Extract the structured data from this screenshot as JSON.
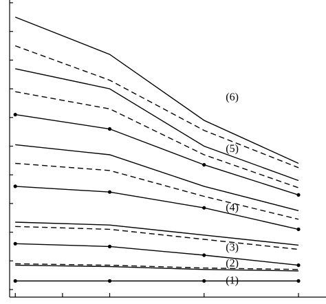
{
  "chart_data": {
    "type": "line",
    "title": "",
    "xlabel": "",
    "ylabel": "",
    "x": [
      0,
      1,
      2,
      3
    ],
    "xlim": [
      -0.06,
      3
    ],
    "ylim": [
      0,
      10
    ],
    "grid": false,
    "legend": "none",
    "colors": {
      "line": "#000000",
      "background": "#ffffff"
    },
    "series": [
      {
        "group": "(1)",
        "style": "solid",
        "values": [
          0.3,
          0.3,
          0.3,
          0.3
        ],
        "markers": [
          0,
          1,
          2,
          3
        ]
      },
      {
        "group": "(2)",
        "style": "solid",
        "values": [
          0.85,
          0.8,
          0.7,
          0.65
        ],
        "markers": []
      },
      {
        "group": "(2)",
        "style": "dashed",
        "values": [
          0.9,
          0.85,
          0.75,
          0.7
        ],
        "markers": []
      },
      {
        "group": "(3)",
        "style": "solid",
        "values": [
          1.6,
          1.5,
          1.2,
          0.85
        ],
        "markers": [
          0,
          1,
          2,
          3
        ]
      },
      {
        "group": "(3)",
        "style": "solid",
        "values": [
          2.35,
          2.25,
          1.9,
          1.55
        ],
        "markers": []
      },
      {
        "group": "(3)",
        "style": "dashed",
        "values": [
          2.2,
          2.1,
          1.75,
          1.4
        ],
        "markers": []
      },
      {
        "group": "(4)",
        "style": "solid",
        "values": [
          3.6,
          3.4,
          2.85,
          2.1
        ],
        "markers": [
          0,
          1,
          2,
          3
        ]
      },
      {
        "group": "(4)",
        "style": "solid",
        "values": [
          5.05,
          4.7,
          3.6,
          2.75
        ],
        "markers": []
      },
      {
        "group": "(4)",
        "style": "dashed",
        "values": [
          4.4,
          4.15,
          3.25,
          2.45
        ],
        "markers": []
      },
      {
        "group": "(5)",
        "style": "solid",
        "values": [
          6.1,
          5.6,
          4.35,
          3.3
        ],
        "markers": [
          0,
          1,
          2,
          3
        ]
      },
      {
        "group": "(5)",
        "style": "solid",
        "values": [
          7.7,
          7.0,
          5.0,
          3.8
        ],
        "markers": []
      },
      {
        "group": "(5)",
        "style": "dashed",
        "values": [
          6.9,
          6.3,
          4.7,
          3.55
        ],
        "markers": []
      },
      {
        "group": "(6)",
        "style": "solid",
        "values": [
          9.5,
          8.2,
          5.9,
          4.4
        ],
        "markers": []
      },
      {
        "group": "(6)",
        "style": "dashed",
        "values": [
          8.5,
          7.3,
          5.55,
          4.25
        ],
        "markers": []
      }
    ],
    "annotations": [
      {
        "text": "(6)",
        "x": 2.23,
        "y": 6.6
      },
      {
        "text": "(5)",
        "x": 2.23,
        "y": 4.8
      },
      {
        "text": "(4)",
        "x": 2.23,
        "y": 2.75
      },
      {
        "text": "(3)",
        "x": 2.23,
        "y": 1.35
      },
      {
        "text": "(2)",
        "x": 2.23,
        "y": 0.8
      },
      {
        "text": "(1)",
        "x": 2.23,
        "y": 0.2
      }
    ],
    "y_ticks": [
      0,
      1,
      2,
      3,
      4,
      5,
      6,
      7,
      8,
      9,
      10
    ],
    "x_ticks": [
      0,
      0.5,
      1,
      2,
      3
    ]
  }
}
